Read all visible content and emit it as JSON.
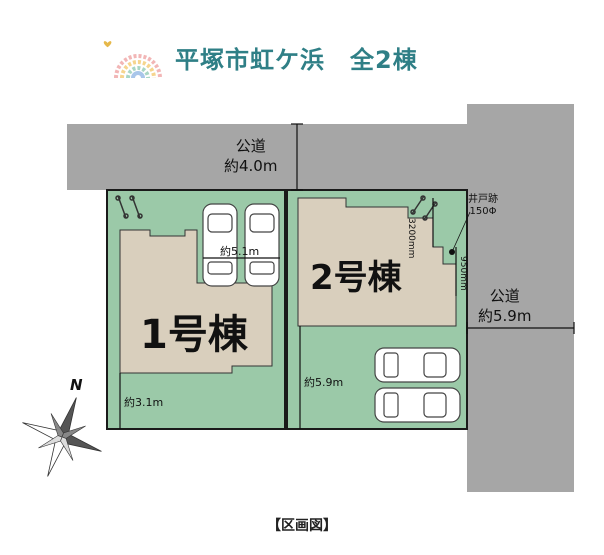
{
  "title": "平塚市虹ケ浜　全2棟",
  "roads": {
    "top": {
      "name": "公道",
      "width": "約4.0m"
    },
    "right": {
      "name": "公道",
      "width": "約5.9m"
    }
  },
  "buildings": [
    {
      "label": "1号棟"
    },
    {
      "label": "2号棟"
    }
  ],
  "dimensions": {
    "parking_width": "約5.1m",
    "lot1_frontage": "約3.1m",
    "lot2_frontage": "約5.9m",
    "dim_3200": "3200mm",
    "dim_950": "950mm"
  },
  "well": {
    "line1": "井戸跡",
    "line2": "150Φ"
  },
  "compass": "N",
  "caption": "【区画図】",
  "colors": {
    "lot": "#9bc9a8",
    "building": "#d9cfbd",
    "road": "#a6a6a6",
    "title": "#2f7f86"
  }
}
